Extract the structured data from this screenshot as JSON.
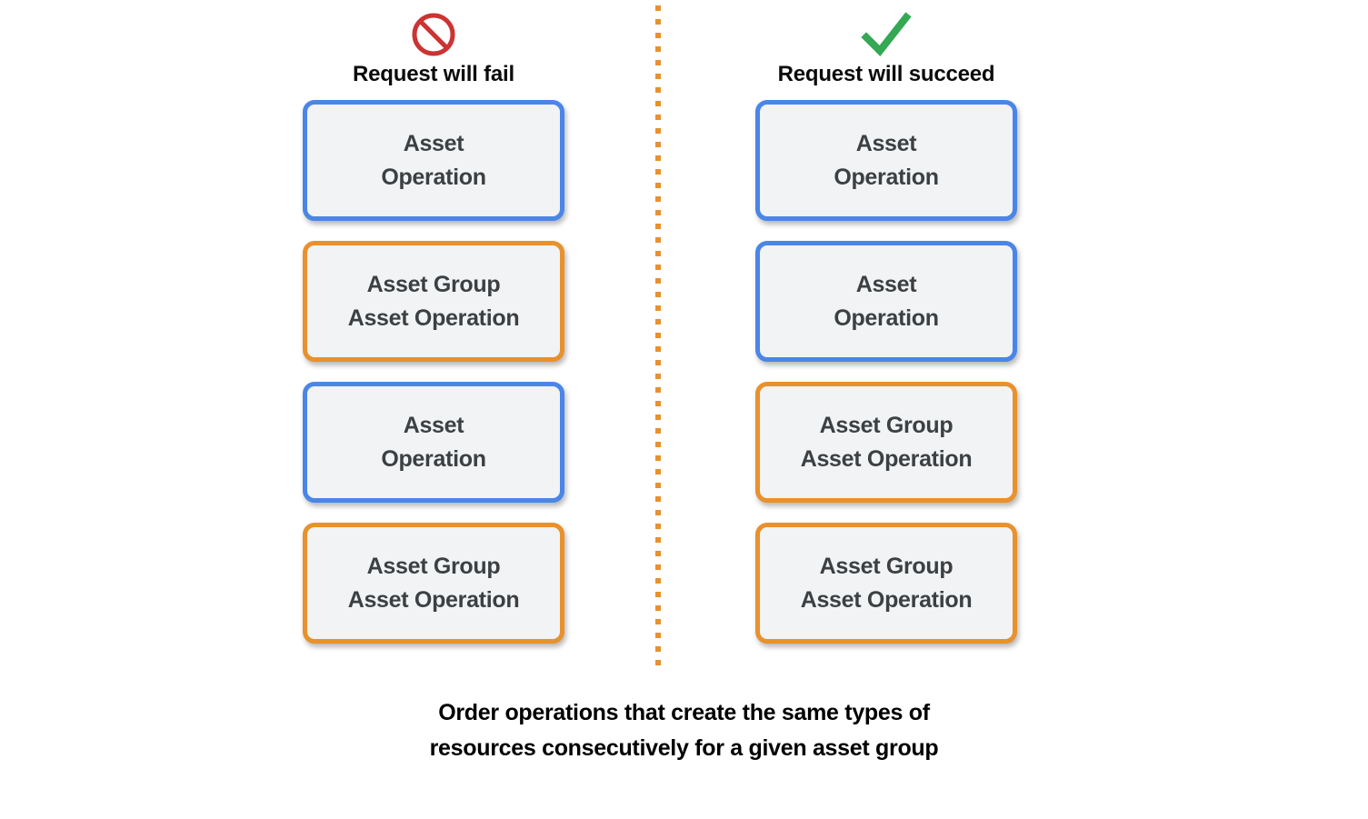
{
  "diagram": {
    "columns": [
      {
        "id": "fail",
        "icon": "prohibition-icon",
        "icon_color": "#CC3333",
        "title": "Request will fail",
        "boxes": [
          {
            "label": "Asset\nOperation",
            "color": "#4A86E8",
            "kind": "asset-operation"
          },
          {
            "label": "Asset Group\nAsset Operation",
            "color": "#E8912D",
            "kind": "asset-group-asset-operation"
          },
          {
            "label": "Asset\nOperation",
            "color": "#4A86E8",
            "kind": "asset-operation"
          },
          {
            "label": "Asset Group\nAsset Operation",
            "color": "#E8912D",
            "kind": "asset-group-asset-operation"
          }
        ]
      },
      {
        "id": "succeed",
        "icon": "checkmark-icon",
        "icon_color": "#34A853",
        "title": "Request will succeed",
        "boxes": [
          {
            "label": "Asset\nOperation",
            "color": "#4A86E8",
            "kind": "asset-operation"
          },
          {
            "label": "Asset\nOperation",
            "color": "#4A86E8",
            "kind": "asset-operation"
          },
          {
            "label": "Asset Group\nAsset Operation",
            "color": "#E8912D",
            "kind": "asset-group-asset-operation"
          },
          {
            "label": "Asset Group\nAsset Operation",
            "color": "#E8912D",
            "kind": "asset-group-asset-operation"
          }
        ]
      }
    ],
    "caption": "Order operations that create the same types of\nresources consecutively for a given asset group",
    "colors": {
      "blue": "#4A86E8",
      "orange": "#E8912D",
      "red": "#CC3333",
      "green": "#34A853",
      "box_fill": "#F1F3F4",
      "box_text": "#3C4043",
      "divider": "#E8912D"
    }
  }
}
